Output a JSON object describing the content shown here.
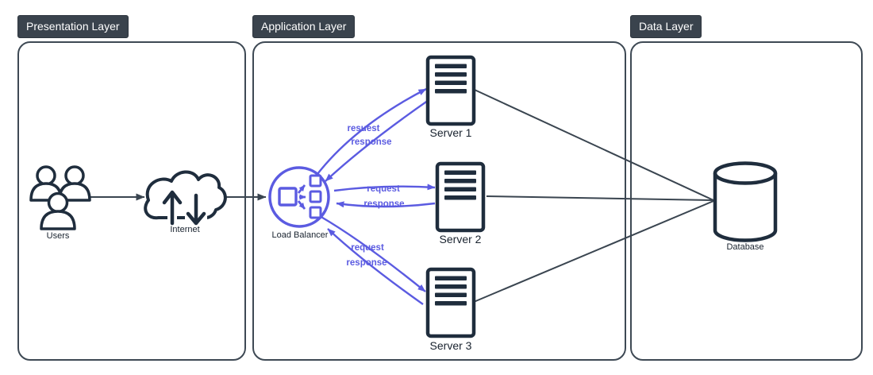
{
  "layers": [
    {
      "label": "Presentation Layer"
    },
    {
      "label": "Application Layer"
    },
    {
      "label": "Data Layer"
    }
  ],
  "nodes": {
    "users": {
      "label": "Users"
    },
    "internet": {
      "label": "Internet"
    },
    "load_balancer": {
      "label": "Load Balancer"
    },
    "server1": {
      "label": "Server 1"
    },
    "server2": {
      "label": "Server 2"
    },
    "server3": {
      "label": "Server 3"
    },
    "database": {
      "label": "Database"
    }
  },
  "edge_labels": {
    "server1_request": "resuest",
    "server1_response": "response",
    "server2_request": "request",
    "server2_response": "response",
    "server3_request": "request",
    "server3_response": "response"
  },
  "colors": {
    "accent_purple": "#5b5be1",
    "icon_stroke": "#1f2d3d",
    "connector": "#3a4550",
    "badge_background": "#3a434d",
    "badge_text": "#ffffff",
    "box_border": "#3e4954"
  }
}
